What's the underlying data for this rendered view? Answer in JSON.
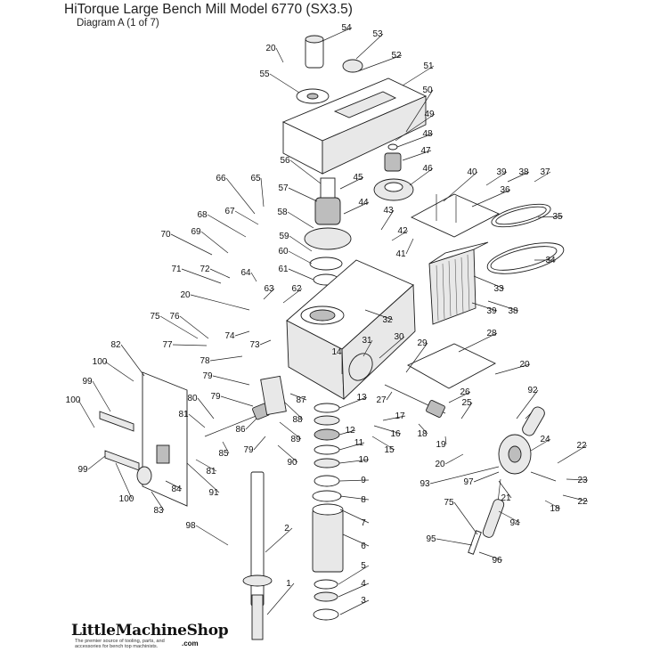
{
  "header": {
    "title": "HiTorque Large Bench Mill Model 6770 (SX3.5)",
    "subtitle": "Diagram A  (1 of 7)"
  },
  "brand": {
    "logo_text": "LittleMachineShop",
    "logo_suffix": ".com",
    "tagline": "The premier source of tooling, parts, and accessories for bench top machinists."
  },
  "callouts": [
    {
      "id": "c1",
      "label": "1"
    },
    {
      "id": "c2",
      "label": "2"
    },
    {
      "id": "c3",
      "label": "3"
    },
    {
      "id": "c4",
      "label": "4"
    },
    {
      "id": "c5",
      "label": "5"
    },
    {
      "id": "c6",
      "label": "6"
    },
    {
      "id": "c7",
      "label": "7"
    },
    {
      "id": "c8",
      "label": "8"
    },
    {
      "id": "c9",
      "label": "9"
    },
    {
      "id": "c10",
      "label": "10"
    },
    {
      "id": "c11",
      "label": "11"
    },
    {
      "id": "c12",
      "label": "12"
    },
    {
      "id": "c13",
      "label": "13"
    },
    {
      "id": "c14",
      "label": "14"
    },
    {
      "id": "c15",
      "label": "15"
    },
    {
      "id": "c16",
      "label": "16"
    },
    {
      "id": "c17",
      "label": "17"
    },
    {
      "id": "c18a",
      "label": "18"
    },
    {
      "id": "c18b",
      "label": "18"
    },
    {
      "id": "c19",
      "label": "19"
    },
    {
      "id": "c20a",
      "label": "20"
    },
    {
      "id": "c20b",
      "label": "20"
    },
    {
      "id": "c20c",
      "label": "20"
    },
    {
      "id": "c20d",
      "label": "20"
    },
    {
      "id": "c21",
      "label": "21"
    },
    {
      "id": "c22a",
      "label": "22"
    },
    {
      "id": "c22b",
      "label": "22"
    },
    {
      "id": "c23",
      "label": "23"
    },
    {
      "id": "c24",
      "label": "24"
    },
    {
      "id": "c25",
      "label": "25"
    },
    {
      "id": "c26",
      "label": "26"
    },
    {
      "id": "c27",
      "label": "27"
    },
    {
      "id": "c28",
      "label": "28"
    },
    {
      "id": "c29",
      "label": "29"
    },
    {
      "id": "c30",
      "label": "30"
    },
    {
      "id": "c31",
      "label": "31"
    },
    {
      "id": "c32",
      "label": "32"
    },
    {
      "id": "c33",
      "label": "33"
    },
    {
      "id": "c34",
      "label": "34"
    },
    {
      "id": "c35",
      "label": "35"
    },
    {
      "id": "c36",
      "label": "36"
    },
    {
      "id": "c37",
      "label": "37"
    },
    {
      "id": "c38a",
      "label": "38"
    },
    {
      "id": "c38b",
      "label": "38"
    },
    {
      "id": "c39a",
      "label": "39"
    },
    {
      "id": "c39b",
      "label": "39"
    },
    {
      "id": "c40",
      "label": "40"
    },
    {
      "id": "c41",
      "label": "41"
    },
    {
      "id": "c42",
      "label": "42"
    },
    {
      "id": "c43",
      "label": "43"
    },
    {
      "id": "c44",
      "label": "44"
    },
    {
      "id": "c45",
      "label": "45"
    },
    {
      "id": "c46",
      "label": "46"
    },
    {
      "id": "c47",
      "label": "47"
    },
    {
      "id": "c48",
      "label": "48"
    },
    {
      "id": "c49",
      "label": "49"
    },
    {
      "id": "c50",
      "label": "50"
    },
    {
      "id": "c51",
      "label": "51"
    },
    {
      "id": "c52",
      "label": "52"
    },
    {
      "id": "c53",
      "label": "53"
    },
    {
      "id": "c54",
      "label": "54"
    },
    {
      "id": "c55",
      "label": "55"
    },
    {
      "id": "c56",
      "label": "56"
    },
    {
      "id": "c57",
      "label": "57"
    },
    {
      "id": "c58",
      "label": "58"
    },
    {
      "id": "c59",
      "label": "59"
    },
    {
      "id": "c60",
      "label": "60"
    },
    {
      "id": "c61",
      "label": "61"
    },
    {
      "id": "c62",
      "label": "62"
    },
    {
      "id": "c63",
      "label": "63"
    },
    {
      "id": "c64",
      "label": "64"
    },
    {
      "id": "c65",
      "label": "65"
    },
    {
      "id": "c66",
      "label": "66"
    },
    {
      "id": "c67",
      "label": "67"
    },
    {
      "id": "c68",
      "label": "68"
    },
    {
      "id": "c69",
      "label": "69"
    },
    {
      "id": "c70",
      "label": "70"
    },
    {
      "id": "c71",
      "label": "71"
    },
    {
      "id": "c72",
      "label": "72"
    },
    {
      "id": "c73",
      "label": "73"
    },
    {
      "id": "c74",
      "label": "74"
    },
    {
      "id": "c75a",
      "label": "75"
    },
    {
      "id": "c75b",
      "label": "75"
    },
    {
      "id": "c76",
      "label": "76"
    },
    {
      "id": "c77",
      "label": "77"
    },
    {
      "id": "c78",
      "label": "78"
    },
    {
      "id": "c79a",
      "label": "79"
    },
    {
      "id": "c79b",
      "label": "79"
    },
    {
      "id": "c79c",
      "label": "79"
    },
    {
      "id": "c80",
      "label": "80"
    },
    {
      "id": "c81a",
      "label": "81"
    },
    {
      "id": "c81b",
      "label": "81"
    },
    {
      "id": "c82",
      "label": "82"
    },
    {
      "id": "c83",
      "label": "83"
    },
    {
      "id": "c84",
      "label": "84"
    },
    {
      "id": "c85",
      "label": "85"
    },
    {
      "id": "c86",
      "label": "86"
    },
    {
      "id": "c87",
      "label": "87"
    },
    {
      "id": "c88",
      "label": "88"
    },
    {
      "id": "c89",
      "label": "89"
    },
    {
      "id": "c90",
      "label": "90"
    },
    {
      "id": "c91",
      "label": "91"
    },
    {
      "id": "c92",
      "label": "92"
    },
    {
      "id": "c93",
      "label": "93"
    },
    {
      "id": "c94",
      "label": "94"
    },
    {
      "id": "c95",
      "label": "95"
    },
    {
      "id": "c96",
      "label": "96"
    },
    {
      "id": "c97",
      "label": "97"
    },
    {
      "id": "c98",
      "label": "98"
    },
    {
      "id": "c99a",
      "label": "99"
    },
    {
      "id": "c99b",
      "label": "99"
    },
    {
      "id": "c100a",
      "label": "100"
    },
    {
      "id": "c100b",
      "label": "100"
    },
    {
      "id": "c100c",
      "label": "100"
    }
  ]
}
